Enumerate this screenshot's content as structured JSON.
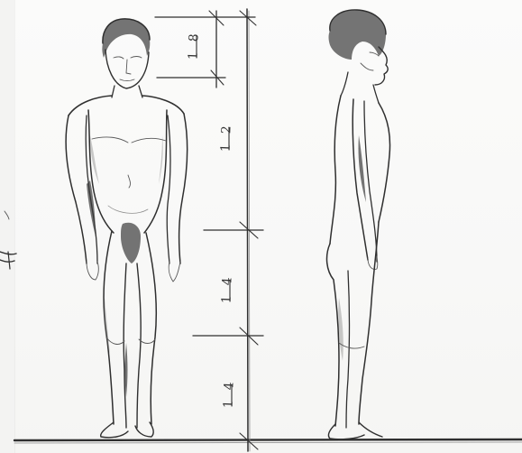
{
  "drawing": {
    "subject": "proportion-sketch",
    "measurements": [
      {
        "numerator": "1",
        "denominator": "8"
      },
      {
        "numerator": "1",
        "denominator": "2"
      },
      {
        "numerator": "1",
        "denominator": "4"
      },
      {
        "numerator": "1",
        "denominator": "4"
      }
    ]
  },
  "colors": {
    "paper": "#f8f8f7",
    "ink": "#2f2f2f",
    "margin": "#f3f3f2"
  }
}
